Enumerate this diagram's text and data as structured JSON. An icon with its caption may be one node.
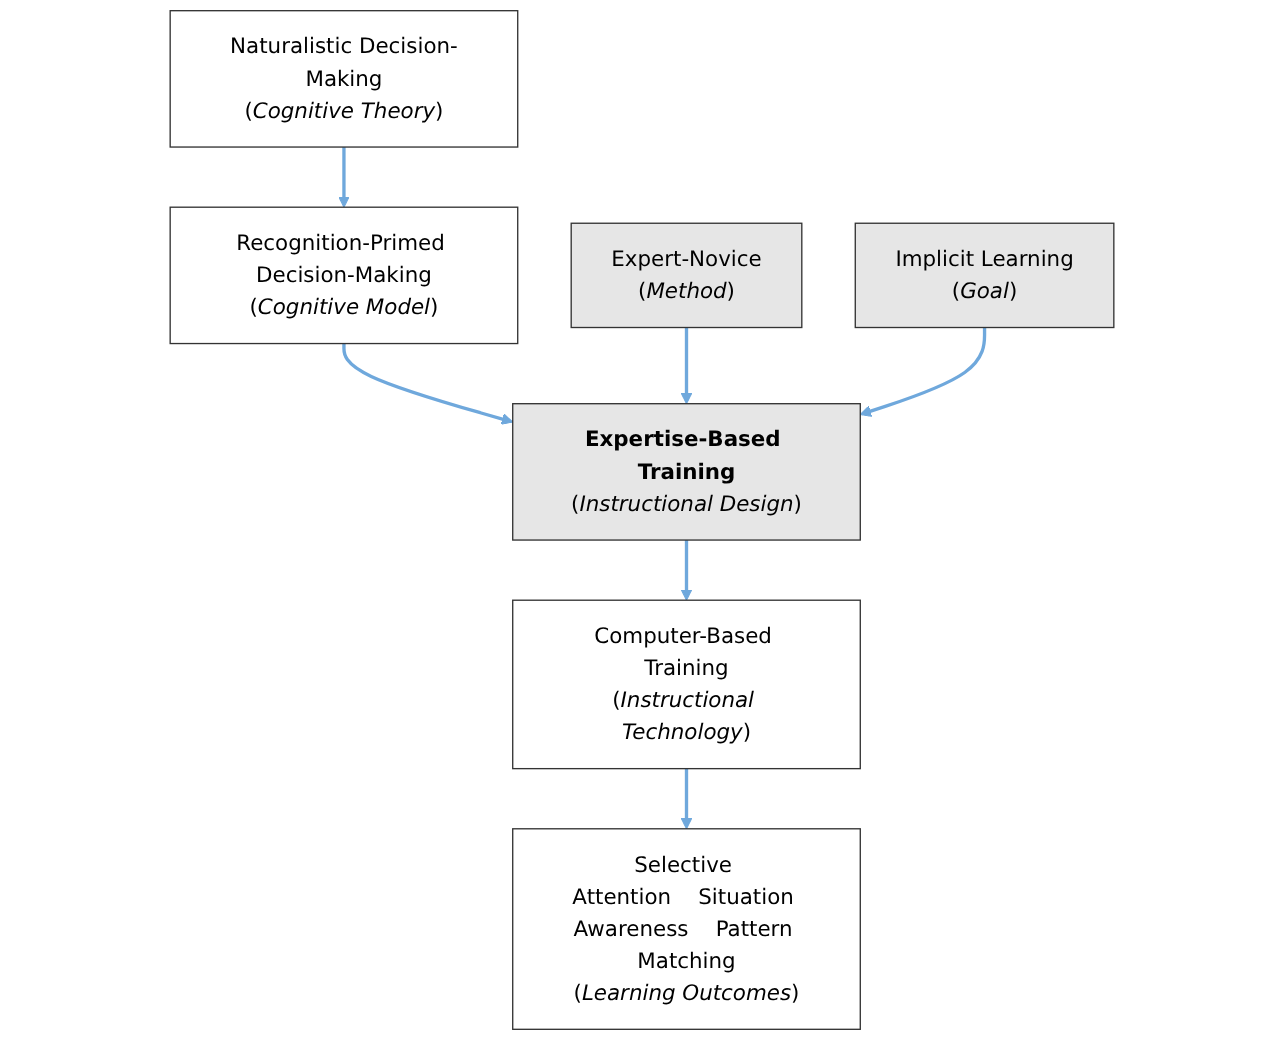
{
  "diagram": {
    "nodes": [
      {
        "text": [
          "Naturalistic Decision-Making",
          "(*Cognitive Theory*)"
        ]
      },
      {
        "text": [
          "Recognition-Primed Decision-Making",
          "(*Cognitive Model*)"
        ]
      },
      {
        "text": [
          "Expertise-Based Training",
          "(*Instructional Design*)"
        ]
      },
      {
        "text": [
          "Expert-Novice",
          "(*Method*)"
        ]
      },
      {
        "text": [
          "Implicit Learning",
          "(*Goal*)"
        ]
      },
      {
        "text": [
          "Computer-Based Training",
          "(*Instructional Technology*)"
        ]
      },
      {
        "text": [
          "Selective Attention",
          "Situation Awareness",
          "Pattern Matching",
          "(*Learning Outcomes*)"
        ]
      }
    ],
    "edges": [
      {
        "from": 0,
        "to": 1,
        "arrow": "to"
      },
      {
        "from": 1,
        "to": 2,
        "arrow": "to"
      },
      {
        "from": 3,
        "to": 2,
        "arrow": "to"
      },
      {
        "from": 4,
        "to": 2,
        "arrow": "to"
      },
      {
        "from": 2,
        "to": 5,
        "arrow": "to"
      },
      {
        "from": 5,
        "to": 6,
        "arrow": "to"
      }
    ]
  }
}
